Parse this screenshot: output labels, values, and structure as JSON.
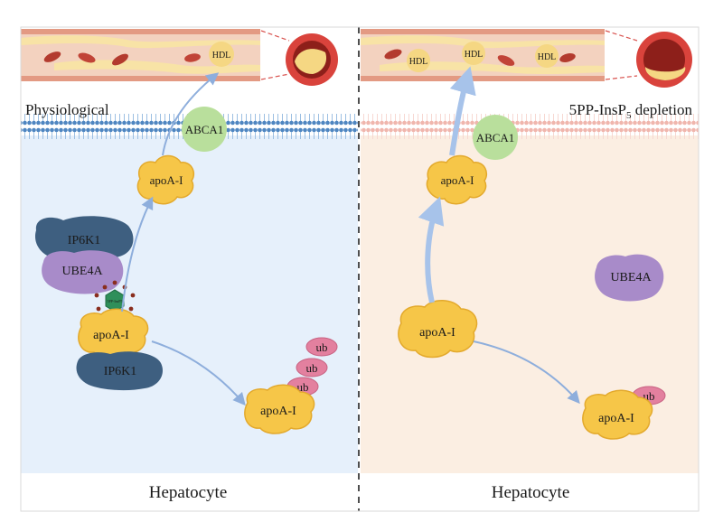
{
  "panels": {
    "left": {
      "condition": "Physiological",
      "cell": "Hepatocyte",
      "hdl_labels": [
        "HDL"
      ],
      "transporter": "ABCA1",
      "apoa_secreted": "apoA-I",
      "kinase_top": "IP6K1",
      "ligase": "UBE4A",
      "metabolite_badge": "5PP-InsP5",
      "apoa_complex": "apoA-I",
      "kinase_bottom": "IP6K1",
      "ubiquitin_tags": [
        "ub",
        "ub",
        "ub"
      ],
      "apoa_ubiquitinated": "apoA-I"
    },
    "right": {
      "condition_prefix": "5PP-InsP",
      "condition_subscript": "5",
      "condition_suffix": " depletion",
      "cell": "Hepatocyte",
      "hdl_labels": [
        "HDL",
        "HDL",
        "HDL"
      ],
      "transporter": "ABCA1",
      "apoa_secreted": "apoA-I",
      "apoa_center": "apoA-I",
      "ligase": "UBE4A",
      "ubiquitin_tags": [
        "ub"
      ],
      "apoa_ubiquitinated": "apoA-I"
    }
  },
  "colors": {
    "left_bg": "#e6f0fb",
    "right_bg": "#fbeee2",
    "membrane_left": "#5a8fc6",
    "membrane_right": "#f2c9c1",
    "abca1": "#b9df9c",
    "apoa": "#f6c648",
    "ip6k1": "#3e5f80",
    "ube4a": "#a88bc9",
    "ub": "#e3809f",
    "arrow": "#8eaedc"
  }
}
